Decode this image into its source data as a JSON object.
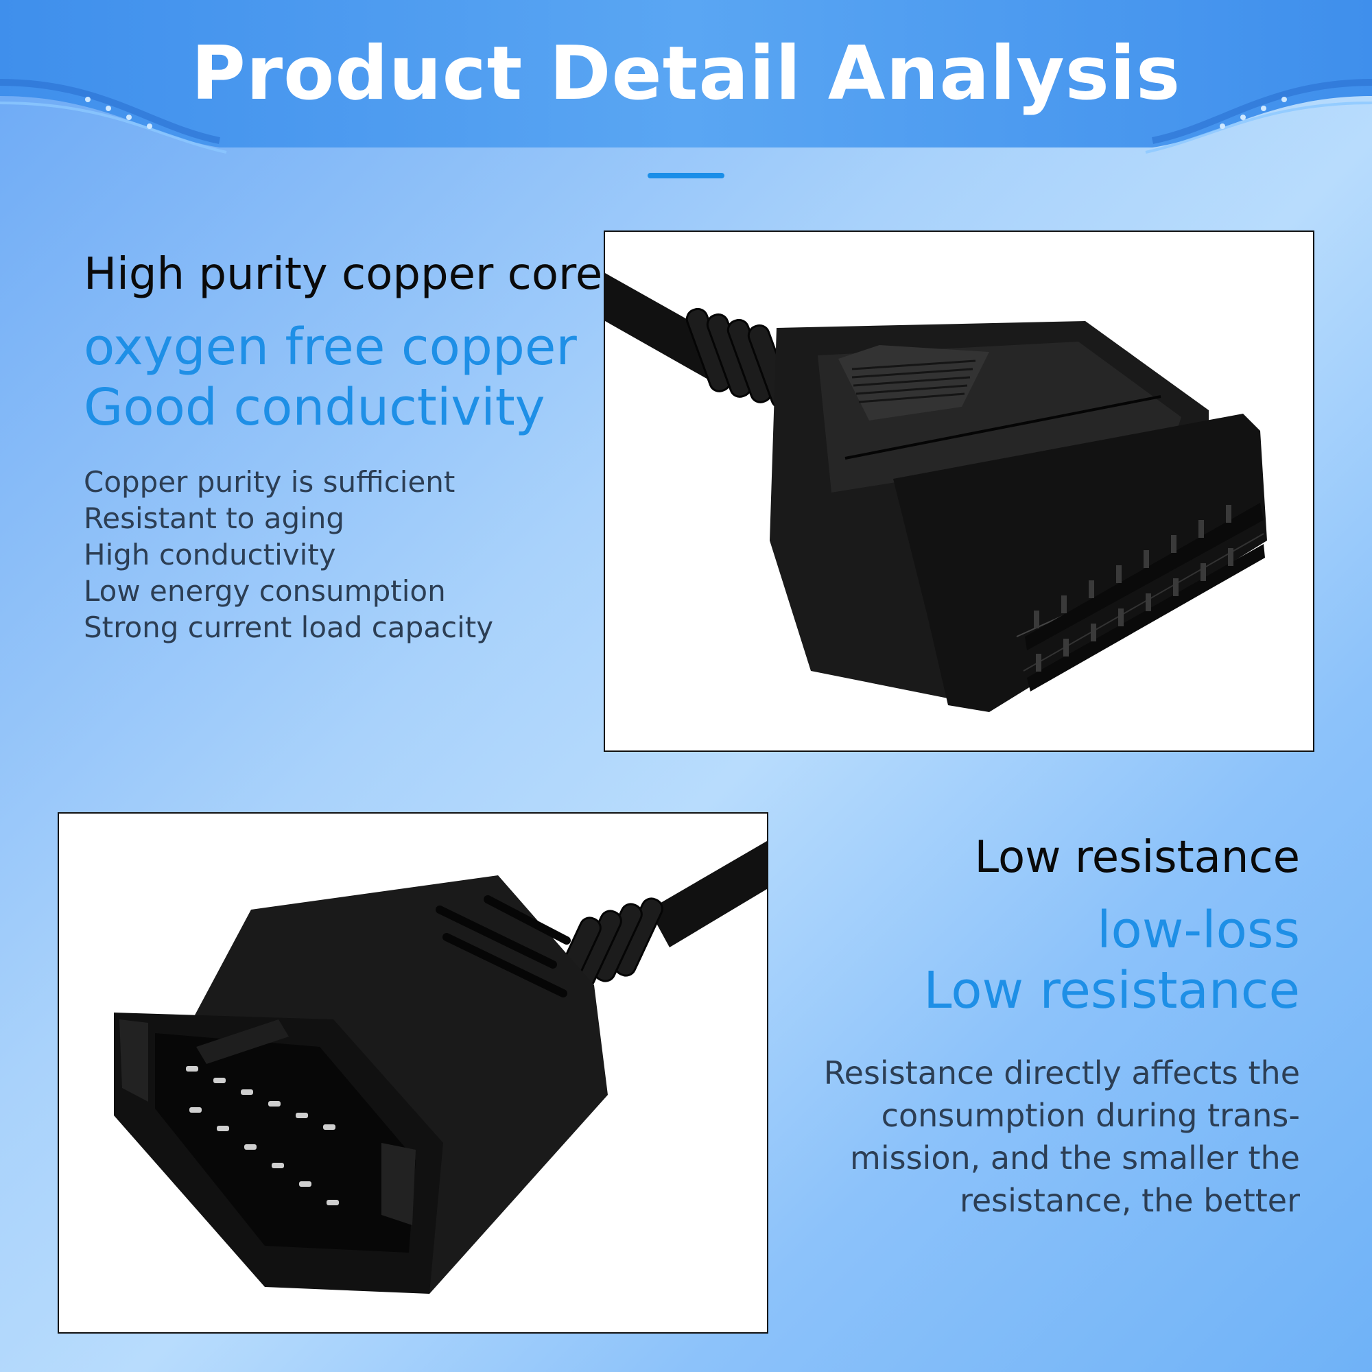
{
  "header": {
    "title": "Product Detail Analysis"
  },
  "features": [
    {
      "heading": "High purity copper core",
      "accent_lines": [
        "oxygen free copper",
        "Good conductivity"
      ],
      "body_lines": [
        "Copper purity is sufficient",
        "Resistant to aging",
        "High conductivity",
        "Low energy consumption",
        "Strong current load capacity"
      ]
    },
    {
      "heading": "Low resistance",
      "accent_lines": [
        "low-loss",
        "Low resistance"
      ],
      "body_lines": [
        "Resistance directly affects the",
        "consumption during trans-",
        "mission, and the smaller the",
        "resistance, the better"
      ]
    }
  ],
  "photos": {
    "obd2_female": "obd2-16-pin-female-connector",
    "gm12_male": "gm-12-pin-male-connector"
  },
  "colors": {
    "accent": "#1e8fe6",
    "heading": "#0a0a0a",
    "body": "#2c3e54",
    "banner": "#4f9ff0"
  }
}
